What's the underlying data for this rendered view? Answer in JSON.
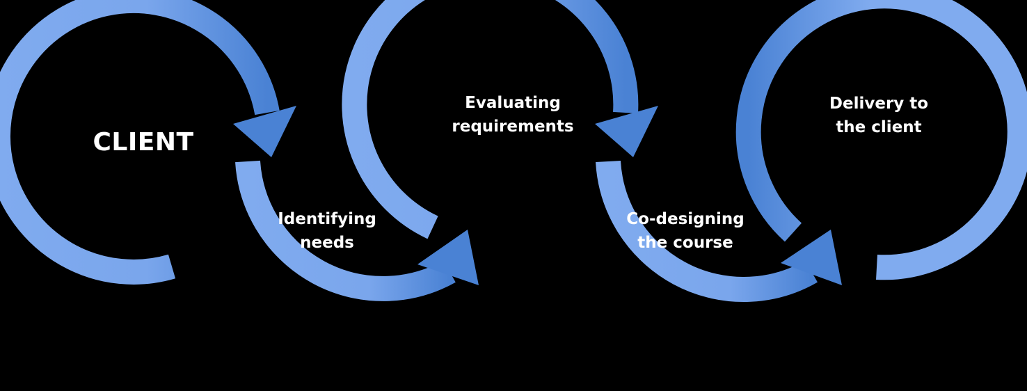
{
  "diagram": {
    "colors": {
      "background": "#000000",
      "ring_light": "#80abef",
      "ring_dark": "#4a82d4",
      "text": "#ffffff"
    },
    "stages": [
      {
        "id": "client",
        "lines": [
          "CLIENT"
        ]
      },
      {
        "id": "identifying-needs",
        "lines": [
          "Identifying",
          "needs"
        ]
      },
      {
        "id": "evaluating-requirements",
        "lines": [
          "Evaluating",
          "requirements"
        ]
      },
      {
        "id": "co-designing",
        "lines": [
          "Co-designing",
          "the course"
        ]
      },
      {
        "id": "delivery",
        "lines": [
          "Delivery to",
          "the client"
        ]
      }
    ]
  }
}
